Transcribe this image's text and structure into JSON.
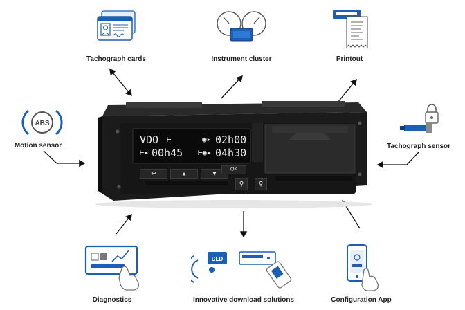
{
  "nodes": {
    "tachograph_cards": "Tachograph cards",
    "instrument_cluster": "Instrument cluster",
    "printout": "Printout",
    "motion_sensor": "Motion sensor",
    "tachograph_sensor": "Tachograph sensor",
    "diagnostics": "Diagnostics",
    "download_solutions": "Innovative download solutions",
    "configuration_app": "Configuration App"
  },
  "icons": {
    "abs_badge": "ABS",
    "dld_badge": "DLD"
  },
  "display": {
    "brand": "VDO",
    "drive_time": "02h00",
    "rest_time_left": "00h45",
    "rest_time_right": "04h30"
  },
  "buttons": {
    "ok_label": "OK"
  },
  "colors": {
    "accent_blue": "#1c5fb5",
    "device_body": "#1b1b1b",
    "arrow": "#111111"
  }
}
